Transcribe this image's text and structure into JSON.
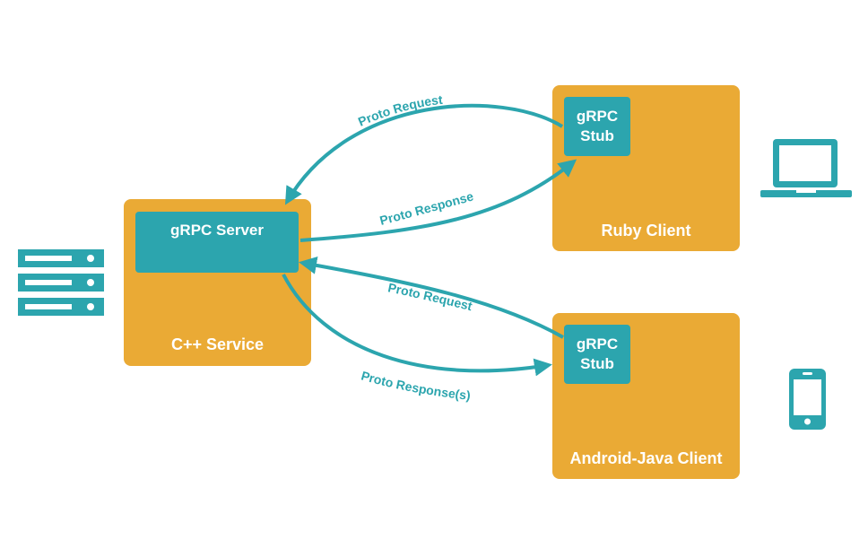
{
  "service": {
    "label": "C++ Service",
    "server_label": "gRPC Server"
  },
  "ruby_client": {
    "label": "Ruby Client",
    "stub_line1": "gRPC",
    "stub_line2": "Stub"
  },
  "android_client": {
    "label": "Android-Java Client",
    "stub_line1": "gRPC",
    "stub_line2": "Stub"
  },
  "arrows": {
    "ruby_request": "Proto Request",
    "ruby_response": "Proto Response",
    "android_request": "Proto Request",
    "android_response": "Proto Response(s)"
  },
  "colors": {
    "box": "#eaaa35",
    "accent": "#2ca5ae"
  },
  "icons": [
    "server-rack-icon",
    "laptop-icon",
    "phone-icon"
  ]
}
